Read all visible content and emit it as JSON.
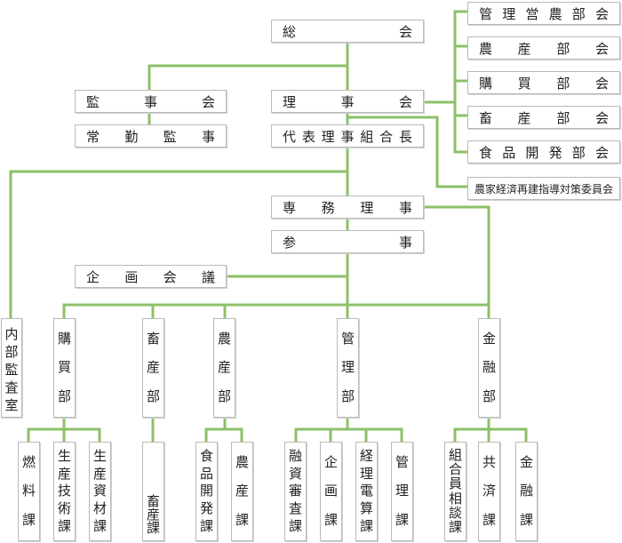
{
  "colors": {
    "line": "#8cc068",
    "border": "#b9b9b9",
    "text": "#222222"
  },
  "org": {
    "soukai": "総会",
    "kanjikai": "監事会",
    "jourikanji": "常勤監事",
    "rijikai": "理事会",
    "daihyo": "代表理事組合長",
    "senmu": "専務理事",
    "sanji": "参事",
    "kikaku": "企画会議",
    "committees": [
      "管理営農部会",
      "農産部会",
      "購買部会",
      "畜産部会",
      "食品開発部会",
      "農家経済再建指導対策委員会"
    ],
    "naibu": "内部監査室",
    "departments": [
      {
        "name": "購買部",
        "sections": [
          "燃料課",
          "生産技術課",
          "生産資材課"
        ]
      },
      {
        "name": "畜産部",
        "sections": [
          "畜産課"
        ]
      },
      {
        "name": "農産部",
        "sections": [
          "食品開発課",
          "農産課"
        ]
      },
      {
        "name": "管理部",
        "sections": [
          "融資審査課",
          "企画課",
          "経理電算課",
          "管理課"
        ]
      },
      {
        "name": "金融部",
        "sections": [
          "組合員相談課",
          "共済課",
          "金融課"
        ]
      }
    ]
  }
}
